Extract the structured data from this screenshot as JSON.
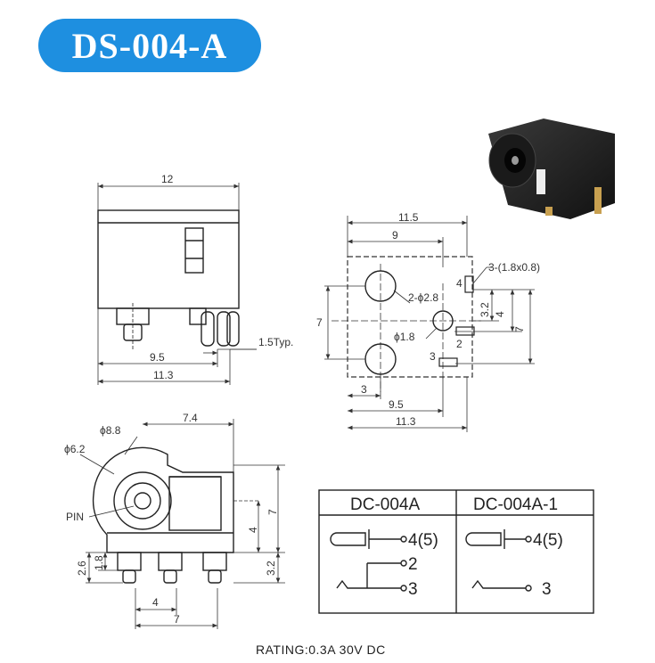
{
  "title": "DS-004-A",
  "rating": "RATING:0.3A 30V DC",
  "front_view": {
    "width_label": "12",
    "dim_95": "9.5",
    "dim_113": "11.3",
    "typ_label": "1.5Typ."
  },
  "footprint": {
    "dim_115": "11.5",
    "dim_9": "9",
    "dim_3": "3",
    "dim_95": "9.5",
    "dim_113": "11.3",
    "dim_7": "7",
    "dim_4": "4",
    "dim_32": "3.2",
    "dim_7r": "7",
    "slot_label": "3-(1.8x0.8)",
    "hole_2phi": "2-ϕ2.8",
    "hole_phi18": "ϕ1.8",
    "pin_4": "4",
    "pin_2": "2",
    "pin_3": "3"
  },
  "side_view": {
    "phi88": "ϕ8.8",
    "phi62": "ϕ6.2",
    "pin_label": "PIN",
    "dim_74": "7.4",
    "dim_7": "7",
    "dim_4": "4",
    "dim_26": "2.6",
    "dim_18": "1.8",
    "dim_32": "3.2",
    "dim_4b": "4",
    "dim_7b": "7"
  },
  "table": {
    "col1": "DC-004A",
    "col2": "DC-004A-1",
    "pin45": "4(5)",
    "pin45b": "4(5)",
    "pin2": "2",
    "pin3": "3",
    "pin3b": "3"
  }
}
